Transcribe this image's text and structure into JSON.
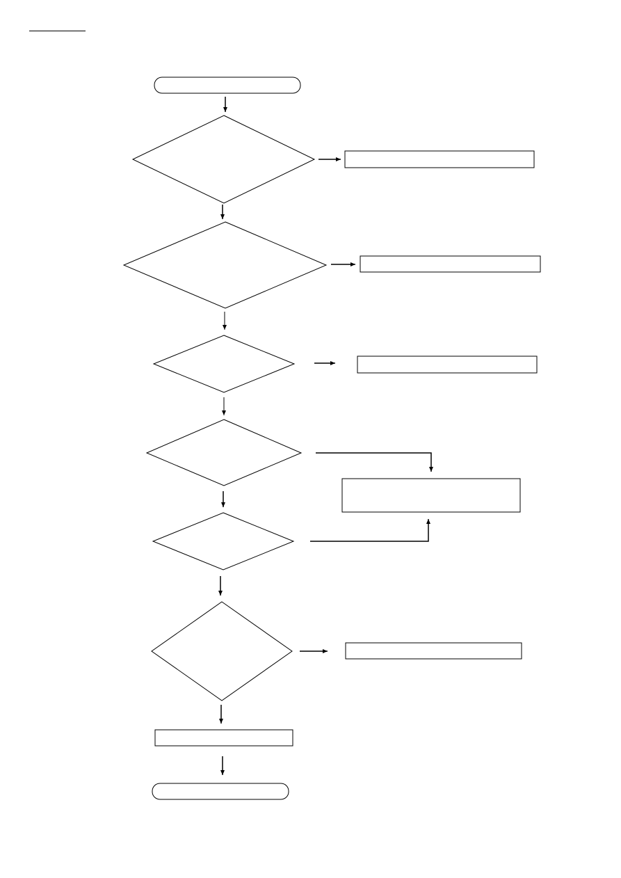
{
  "page": {
    "background": "#ffffff",
    "line_color": "#000000"
  },
  "flowchart": {
    "start_terminator": {
      "label": ""
    },
    "decisions": [
      {
        "id": "decision-1",
        "label": ""
      },
      {
        "id": "decision-2",
        "label": ""
      },
      {
        "id": "decision-3",
        "label": ""
      },
      {
        "id": "decision-4",
        "label": ""
      },
      {
        "id": "decision-5",
        "label": ""
      },
      {
        "id": "decision-6",
        "label": ""
      }
    ],
    "outcomes": [
      {
        "id": "outcome-1",
        "label": ""
      },
      {
        "id": "outcome-2",
        "label": ""
      },
      {
        "id": "outcome-3",
        "label": ""
      },
      {
        "id": "outcome-4-5-shared",
        "label": ""
      },
      {
        "id": "outcome-6",
        "label": ""
      }
    ],
    "final_process": {
      "label": ""
    },
    "end_terminator": {
      "label": ""
    }
  }
}
